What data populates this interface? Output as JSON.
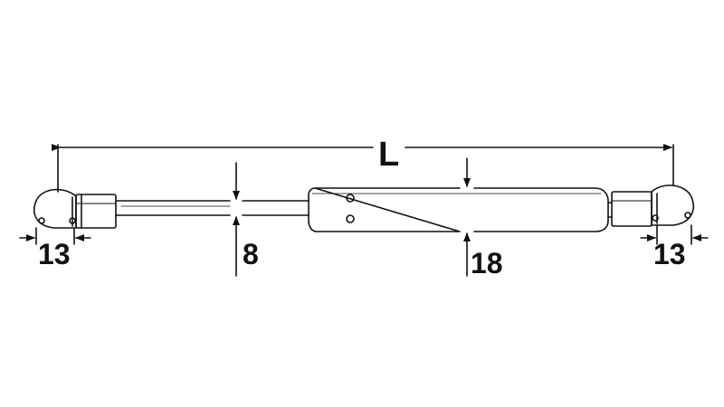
{
  "drawing": {
    "ink_color": "#111111",
    "background": "#ffffff",
    "labels": {
      "overall_length": "L",
      "rod_diameter": "8",
      "body_diameter": "18",
      "left_ball_socket": "13",
      "right_ball_socket": "13"
    }
  }
}
